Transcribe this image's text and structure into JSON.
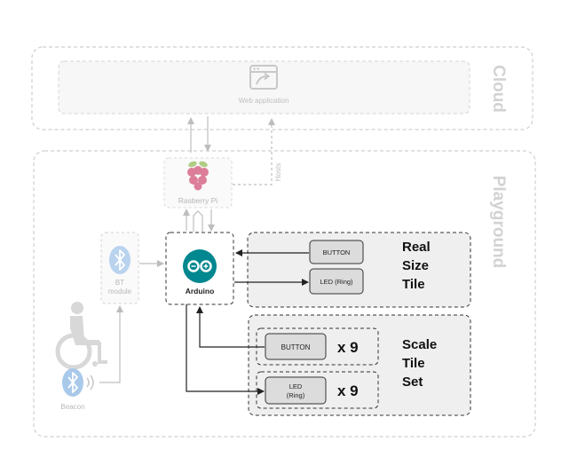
{
  "regions": {
    "cloud": "Cloud",
    "playground": "Playground"
  },
  "nodes": {
    "web_app": "Web application",
    "raspberry_pi": "Rasberry Pi",
    "hosts": "Hosts",
    "bt_module": [
      "BT",
      "module"
    ],
    "arduino": "Arduino",
    "beacon": "Beacon",
    "real_tile_button": "BUTTON",
    "real_tile_led": "LED (Ring)",
    "scale_button": "BUTTON",
    "scale_led": [
      "LED",
      "(Ring)"
    ],
    "multiplier_button": "x 9",
    "multiplier_led": "x 9"
  },
  "groups": {
    "real_size_tile": [
      "Real",
      "Size",
      "Tile"
    ],
    "scale_tile_set": [
      "Scale",
      "Tile",
      "Set"
    ]
  },
  "colors": {
    "faded": "#c8c8c8",
    "dark": "#222222",
    "arduino_teal": "#00878f",
    "bluetooth_blue": "#9ec3e6",
    "raspberry_red": "#c51a4a",
    "leaf_green": "#75a928",
    "box_fill": "#f0f0f0",
    "tile_fill": "#dcdcdc"
  }
}
